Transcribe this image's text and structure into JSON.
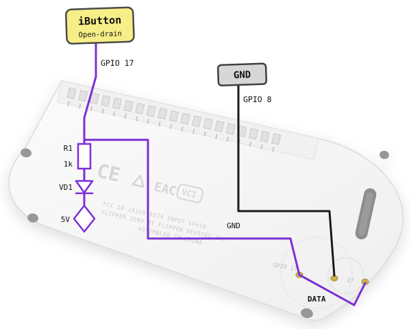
{
  "colors": {
    "wire_signal": "#7b2fd4",
    "wire_ground": "#1a1a1a",
    "ibutton_box_fill": "#f6ee86",
    "gnd_box_fill": "#d7d7d7",
    "pad_gold": "#cdb052",
    "engraving_gray": "#d6d6d6"
  },
  "callouts": {
    "ibutton": {
      "title": "iButton",
      "subtitle": "Open-drain"
    },
    "gpio17": "GPIO 17",
    "gnd_box": "GND",
    "gpio8": "GPIO 8",
    "gnd_wire": "GND",
    "data": "DATA"
  },
  "schematic": {
    "resistor_ref": "R1",
    "resistor_value": "1k",
    "diode_ref": "VD1",
    "supply": "5V"
  },
  "device_markings": {
    "ce": "CE",
    "eac": "EAC",
    "vci": "VCI",
    "reg_line1": "FCC ID 2A2V6-9274  INPUT 5V=1A",
    "reg_line2": "FLIPPER ZERO BY FLIPPER DEVICES INC",
    "reg_line3": "ASSEMBLED IN CHINA",
    "pad_gpio17": "GPIO 17",
    "pad_17": "17"
  }
}
